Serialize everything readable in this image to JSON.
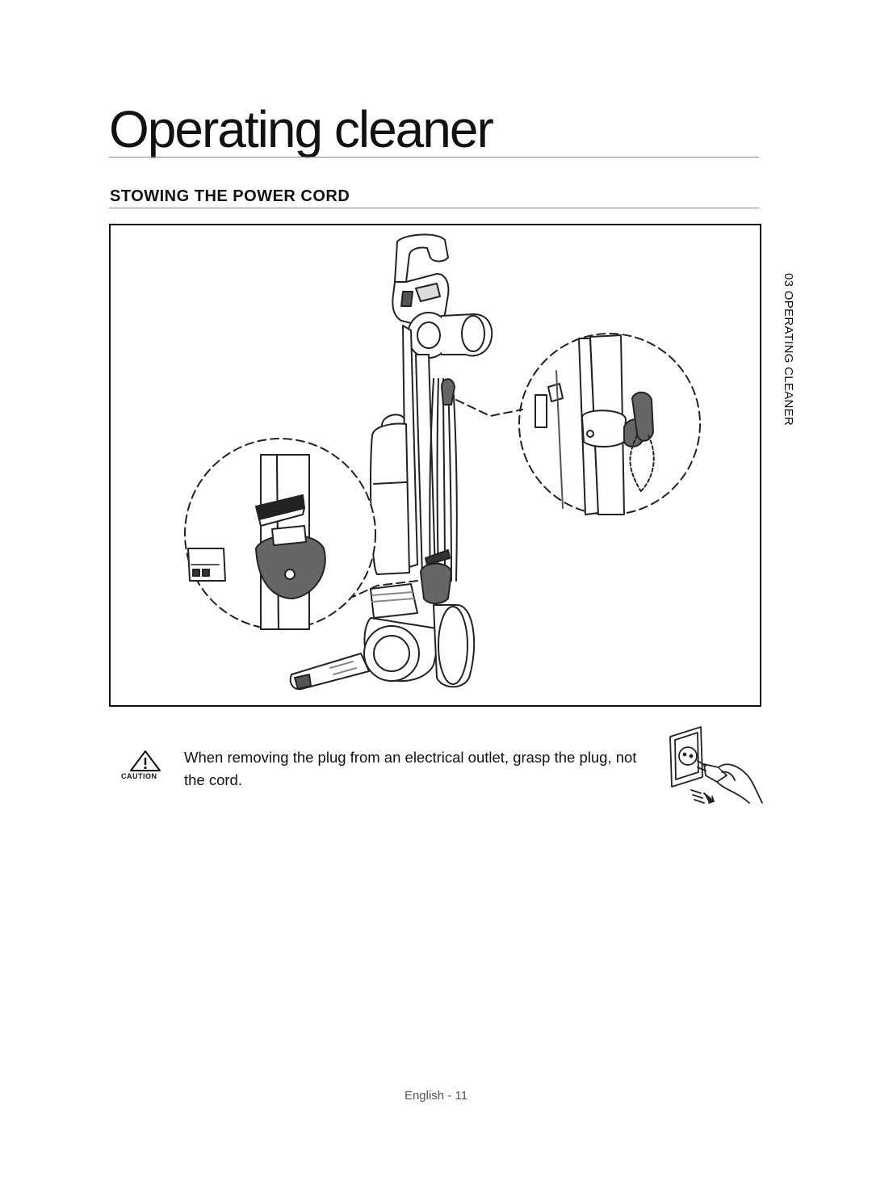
{
  "header": {
    "title": "Operating cleaner",
    "section_title": "STOWING THE POWER CORD"
  },
  "side_tab": {
    "label": "03  OPERATING CLEANER"
  },
  "caution": {
    "label": "CAUTION",
    "text": "When removing the plug from an electrical outlet, grasp the plug, not the cord."
  },
  "footer": {
    "page_label": "English - 11"
  },
  "icons": {
    "caution": "warning-triangle-icon",
    "unplug": "hand-pulling-plug-icon"
  }
}
